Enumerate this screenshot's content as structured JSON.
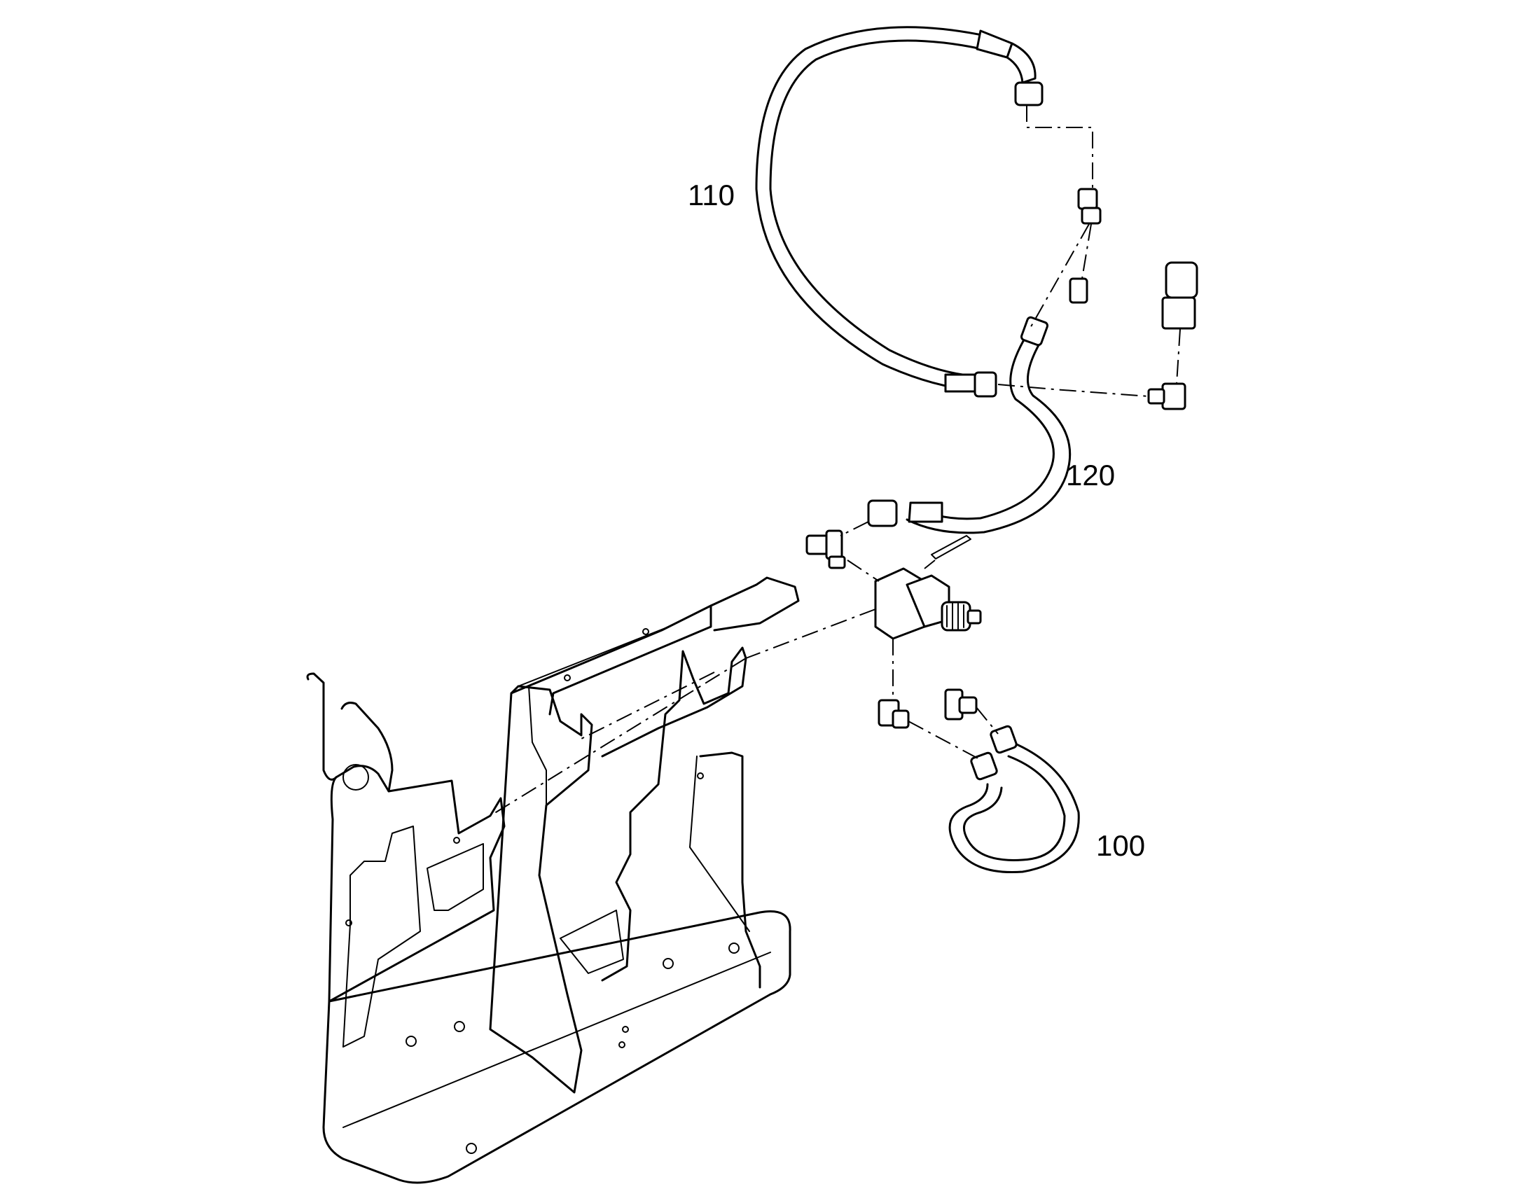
{
  "colors": {
    "ink": "#000000",
    "background": "#ffffff"
  },
  "callouts": {
    "hose_110": "110",
    "hose_120": "120",
    "hose_100": "100"
  }
}
